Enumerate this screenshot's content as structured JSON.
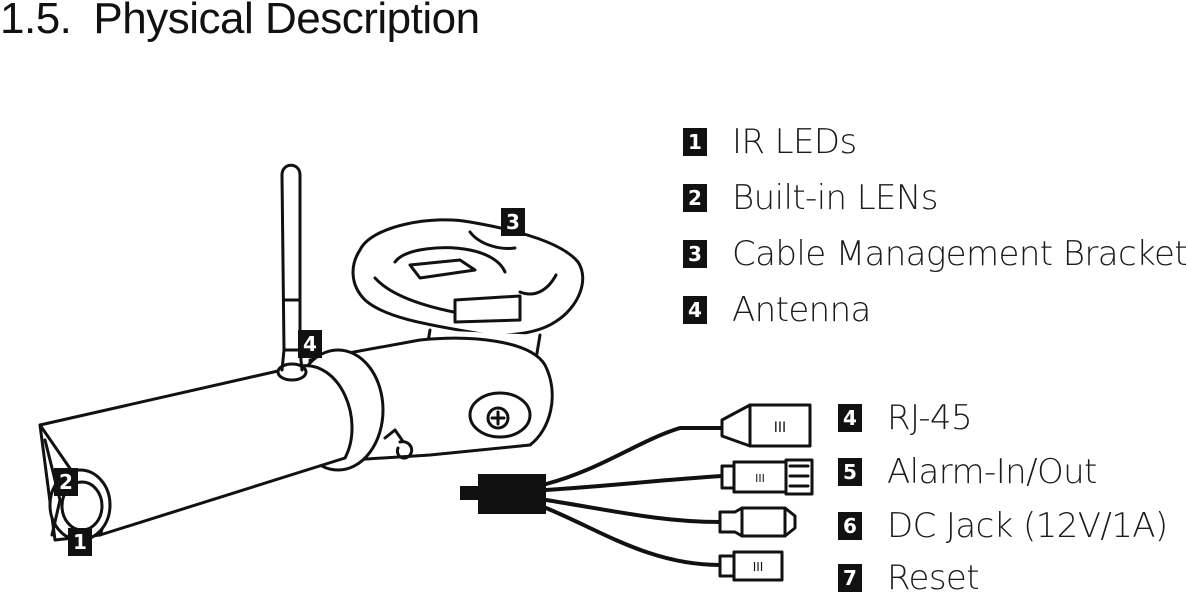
{
  "section": {
    "number": "1.5.",
    "title": "Physical Description"
  },
  "legend_top": [
    {
      "num": "1",
      "label": "IR LEDs"
    },
    {
      "num": "2",
      "label": "Built-in LENs"
    },
    {
      "num": "3",
      "label": "Cable Management Bracket"
    },
    {
      "num": "4",
      "label": "Antenna"
    }
  ],
  "legend_bottom": [
    {
      "num": "4",
      "label": "RJ-45"
    },
    {
      "num": "5",
      "label": "Alarm-In/Out"
    },
    {
      "num": "6",
      "label": "DC Jack (12V/1A)"
    },
    {
      "num": "7",
      "label": "Reset"
    }
  ],
  "callouts": {
    "c1": "1",
    "c2": "2",
    "c3": "3",
    "c4": "4"
  },
  "connector_marks": {
    "rj45": "III",
    "alarm": "III",
    "reset": "III"
  }
}
